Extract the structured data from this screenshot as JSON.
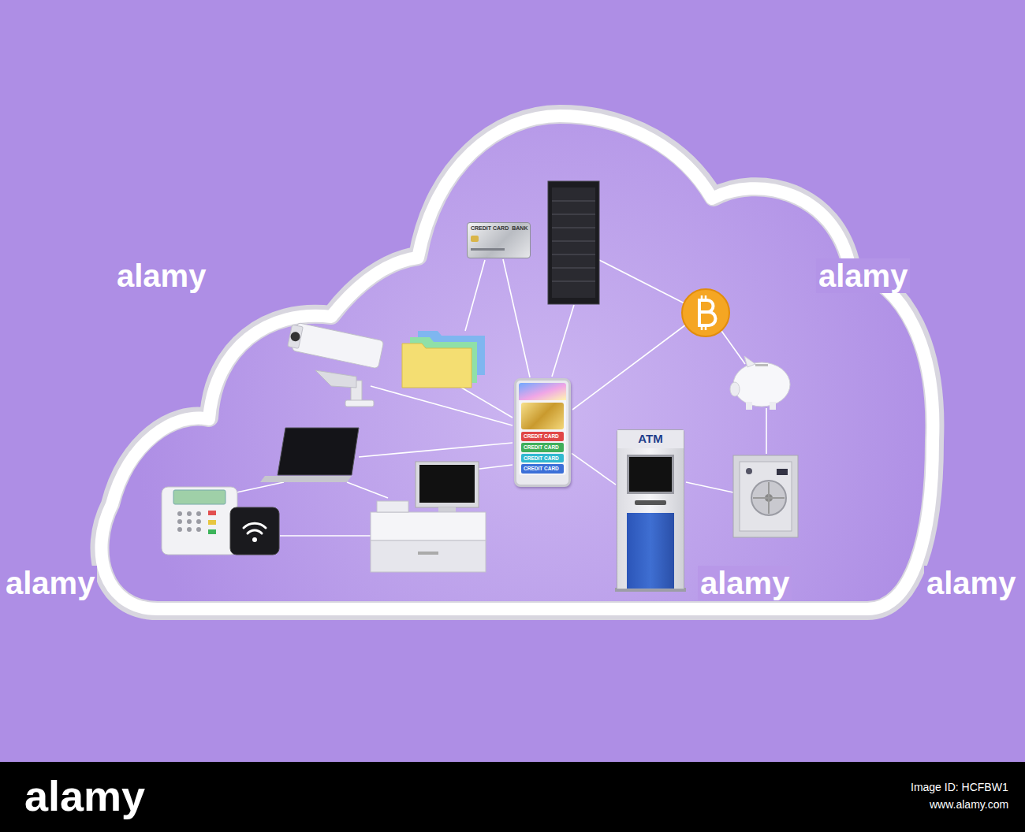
{
  "diagram": {
    "nodes": [
      {
        "text": [
          "CREDIT CARD",
          "BANK"
        ]
      },
      {
        "text": [
          "CREDIT CARD",
          "CREDIT CARD",
          "CREDIT CARD",
          "CREDIT CARD"
        ]
      },
      {
        "text": [
          "ATM"
        ]
      }
    ],
    "edges": [
      {
        "from": 0,
        "to": 1,
        "arrow": "none"
      },
      {
        "from": 1,
        "to": 2,
        "arrow": "none"
      }
    ],
    "labels": [
      "alamy",
      "alamy",
      "alamy",
      "alamy",
      "alamy",
      "alamy",
      "Image ID: HCFBW1",
      "www.alamy.com"
    ]
  }
}
